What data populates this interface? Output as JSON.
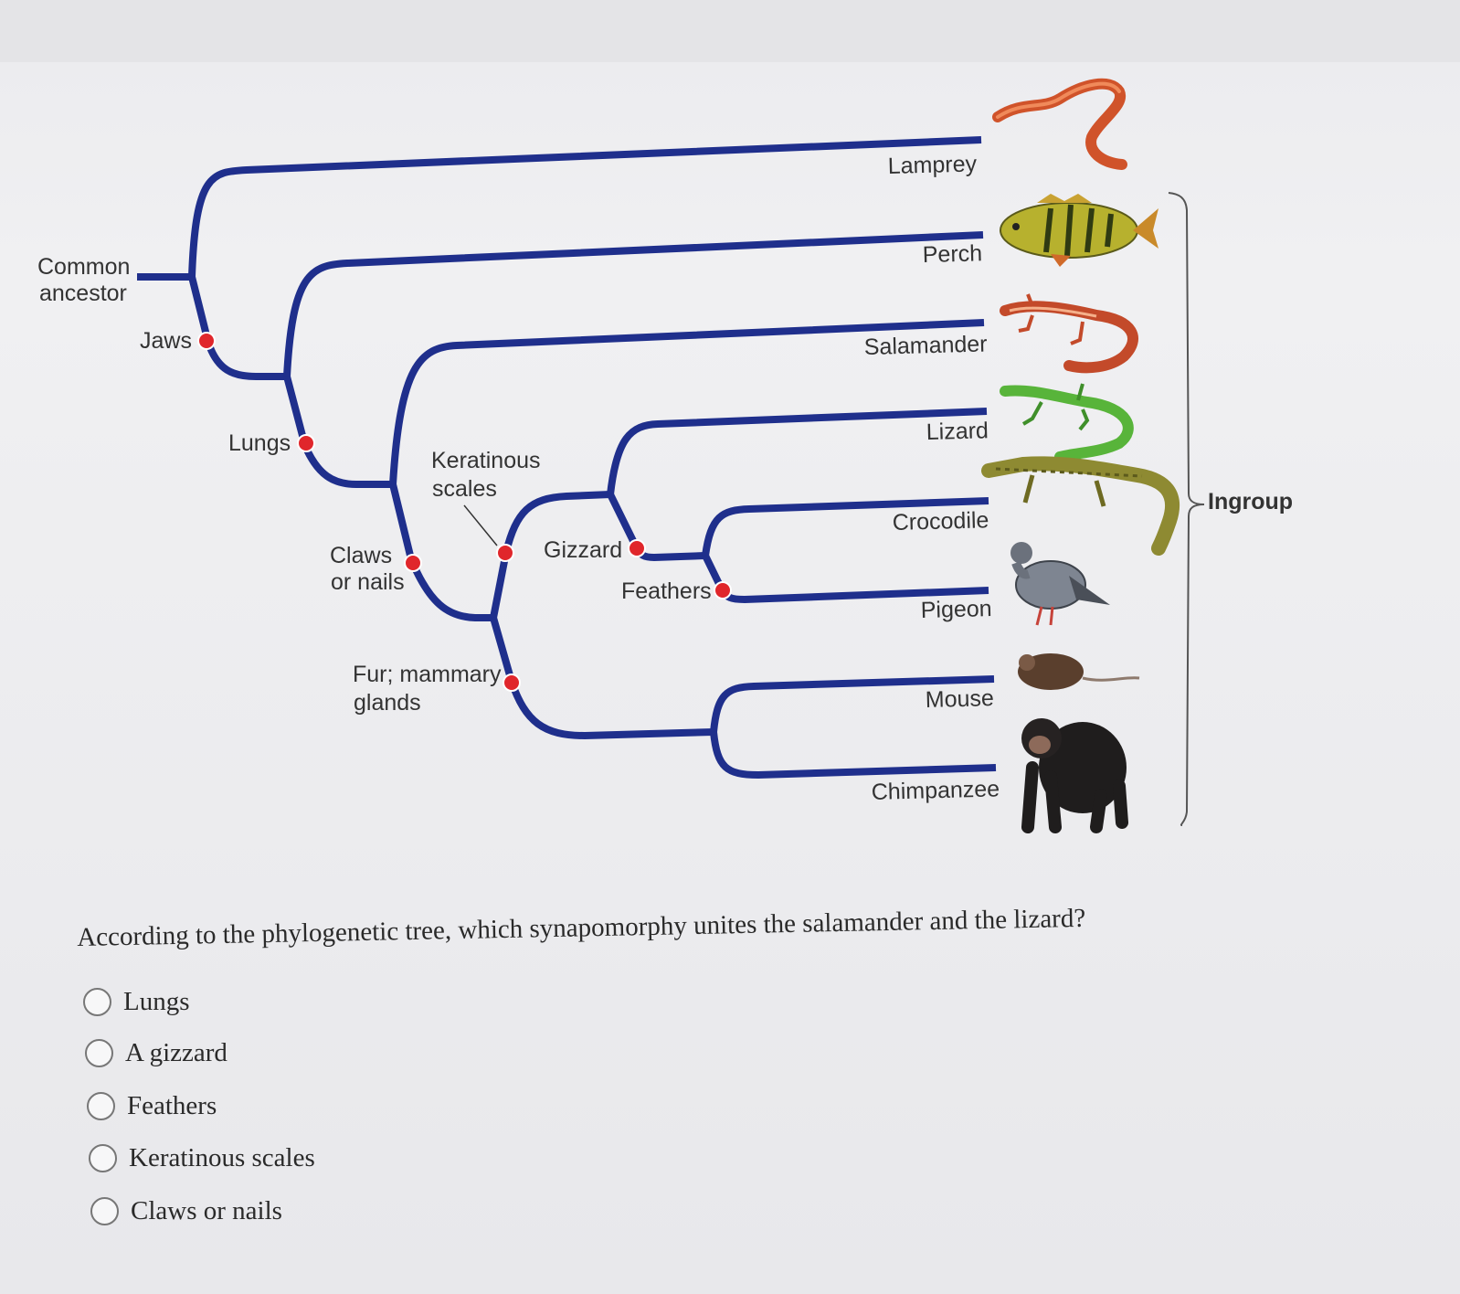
{
  "diagram": {
    "root_label": [
      "Common",
      "ancestor"
    ],
    "taxa": [
      "Lamprey",
      "Perch",
      "Salamander",
      "Lizard",
      "Crocodile",
      "Pigeon",
      "Mouse",
      "Chimpanzee"
    ],
    "traits": {
      "jaws": "Jaws",
      "lungs": "Lungs",
      "claws": [
        "Claws",
        "or nails"
      ],
      "keratinous": [
        "Keratinous",
        "scales"
      ],
      "gizzard": "Gizzard",
      "feathers": "Feathers",
      "fur": [
        "Fur; mammary",
        "glands"
      ]
    },
    "ingroup_label": "Ingroup",
    "branch_color": "#1f2f8c",
    "marker_color": "#e0262b"
  },
  "question": {
    "prompt": "According to the phylogenetic tree, which synapomorphy unites the salamander and the lizard?",
    "options": [
      "Lungs",
      "A gizzard",
      "Feathers",
      "Keratinous scales",
      "Claws or nails"
    ]
  }
}
